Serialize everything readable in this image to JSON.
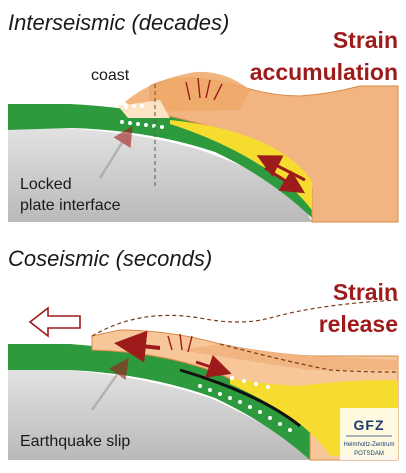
{
  "top_panel": {
    "title": "Interseismic (decades)",
    "strain_line1": "Strain",
    "strain_line2": "accumulation",
    "coast_label": "coast",
    "interface_line1": "Locked",
    "interface_line2": "plate interface"
  },
  "bottom_panel": {
    "title": "Coseismic (seconds)",
    "strain_line1": "Strain",
    "strain_line2": "release",
    "slip_label": "Earthquake slip"
  },
  "logo": {
    "name": "GFZ",
    "sub1": "Helmholtz-Zentrum",
    "sub2": "POTSDAM"
  },
  "colors": {
    "oceanic_plate": "#2e9a3e",
    "mantle": "#cdcdcd",
    "continental_crust": "#f2b581",
    "wedge": "#f5dc2e",
    "arrow_red": "#9e1b1b"
  }
}
